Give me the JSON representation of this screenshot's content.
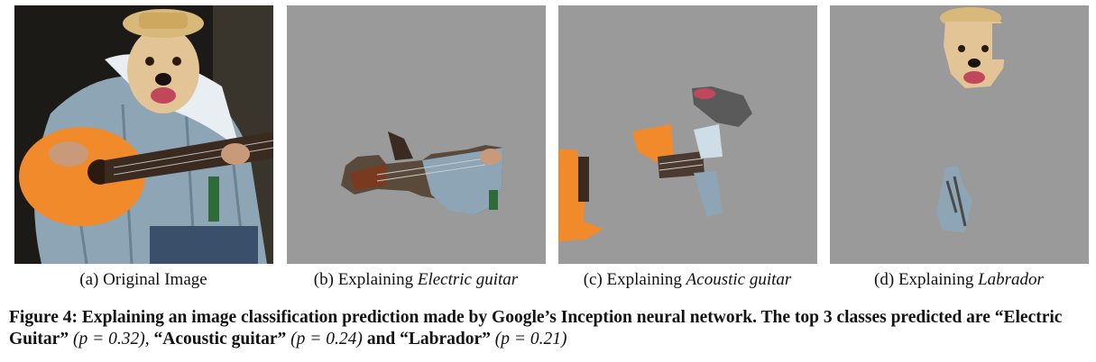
{
  "colors": {
    "mask_gray": "#9a9a9a",
    "guitar_orange": "#f08a2a",
    "shirt_blue": "#8ea5b5",
    "fur": "#e2c496"
  },
  "panels": [
    {
      "letter": "(a)",
      "prefix": "Original Image",
      "class_name": ""
    },
    {
      "letter": "(b)",
      "prefix": "Explaining",
      "class_name": "Electric guitar"
    },
    {
      "letter": "(c)",
      "prefix": "Explaining",
      "class_name": "Acoustic guitar"
    },
    {
      "letter": "(d)",
      "prefix": "Explaining",
      "class_name": "Labrador"
    }
  ],
  "caption": {
    "label": "Figure 4:",
    "text": "Explaining an image classification prediction made by Google’s Inception neural network. The top 3 classes predicted are",
    "c1": "“Electric Guitar”",
    "p1": "(p = 0.32),",
    "c2": "“Acoustic guitar”",
    "p2": "(p = 0.24)",
    "and": "and",
    "c3": "“Labrador”",
    "p3": "(p = 0.21)"
  }
}
